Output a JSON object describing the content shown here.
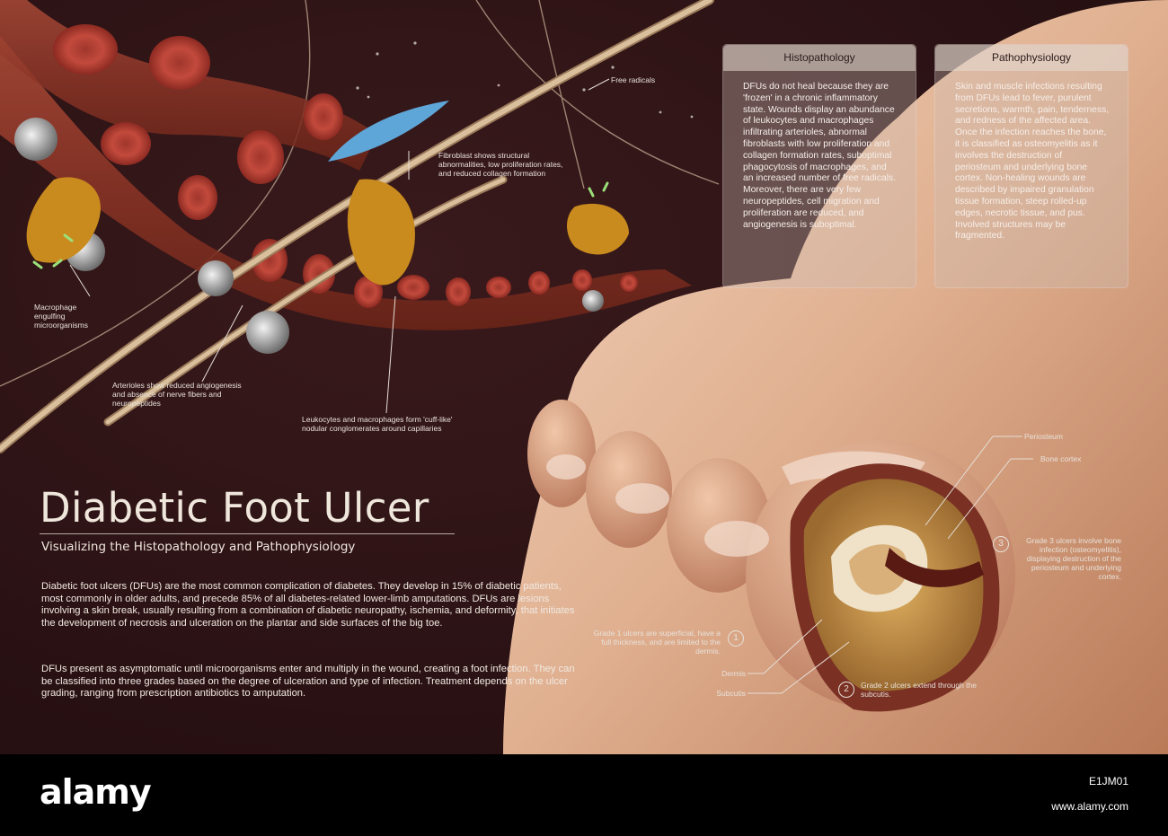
{
  "title": "Diabetic Foot Ulcer",
  "subtitle": "Visualizing the Histopathology and Pathophysiology",
  "intro": {
    "p1": "Diabetic foot ulcers (DFUs) are the most common complication of diabetes. They develop in 15% of diabetic patients, most commonly in older adults, and precede 85% of all diabetes-related lower-limb amputations. DFUs are lesions involving a skin break, usually resulting from a combination of diabetic neuropathy, ischemia, and deformity, that initiates the development of necrosis and ulceration on the plantar and side surfaces of the big toe.",
    "p2": "DFUs present as asymptomatic until microorganisms enter and multiply in the wound, creating a foot infection.  They can be classified into three grades based on the degree of ulceration and type of infection. Treatment depends on the ulcer grading, ranging from prescription antibiotics to amputation."
  },
  "panels": {
    "histopathology": {
      "heading": "Histopathology",
      "body": "DFUs do not heal because they are 'frozen' in a chronic inflammatory state. Wounds display an abundance of leukocytes and macrophages infiltrating arterioles, abnormal fibroblasts with low proliferation and collagen formation rates, suboptimal phagocytosis of macrophages, and an  increased number of free radicals. Moreover, there are very few neuropeptides, cell migration and proliferation are reduced, and angiogenesis is suboptimal."
    },
    "pathophysiology": {
      "heading": "Pathophysiology",
      "body": "Skin and muscle infections resulting from DFUs lead to fever, purulent secretions, warmth, pain, tenderness, and redness of the affected area. Once the infection reaches the bone, it is classified as osteomyelitis as it involves the destruction of periosteum and underlying bone cortex. Non-healing wounds are described by impaired granulation tissue formation, steep rolled-up edges, necrotic tissue, and pus. Involved structures may be fragmented."
    }
  },
  "labels": {
    "free_radicals": "Free radicals",
    "fibroblast": "Fibroblast shows structural abnormalities, low proliferation rates, and reduced collagen formation",
    "macrophage": "Macrophage engulfing microorganisms",
    "arterioles": "Arterioles show reduced angiogenesis and absence of nerve fibers and neuropeptides",
    "leukocytes": "Leukocytes and macrophages form 'cuff-like' nodular conglomerates around capillaries",
    "periosteum": "Periosteum",
    "bone_cortex": "Bone cortex",
    "dermis": "Dermis",
    "subcutis": "Subcutis"
  },
  "grades": [
    {
      "number": "1",
      "text": "Grade 1 ulcers are superficial, have a full thickness, and are limited to the dermis."
    },
    {
      "number": "2",
      "text": "Grade 2 ulcers extend through the subcutis."
    },
    {
      "number": "3",
      "text": "Grade 3 ulcers involve bone infection (osteomyelitis), displaying destruction of the periosteum and underlying cortex."
    }
  ],
  "watermark": {
    "logo": "alamy",
    "image_id": "E1JM01",
    "site": "www.alamy.com"
  },
  "colors": {
    "background": "#2a1214",
    "vessel": "#8c3a2c",
    "skin": "#d9a887",
    "fibroblast": "#5fa6d8",
    "macrophage": "#c98a1e"
  }
}
